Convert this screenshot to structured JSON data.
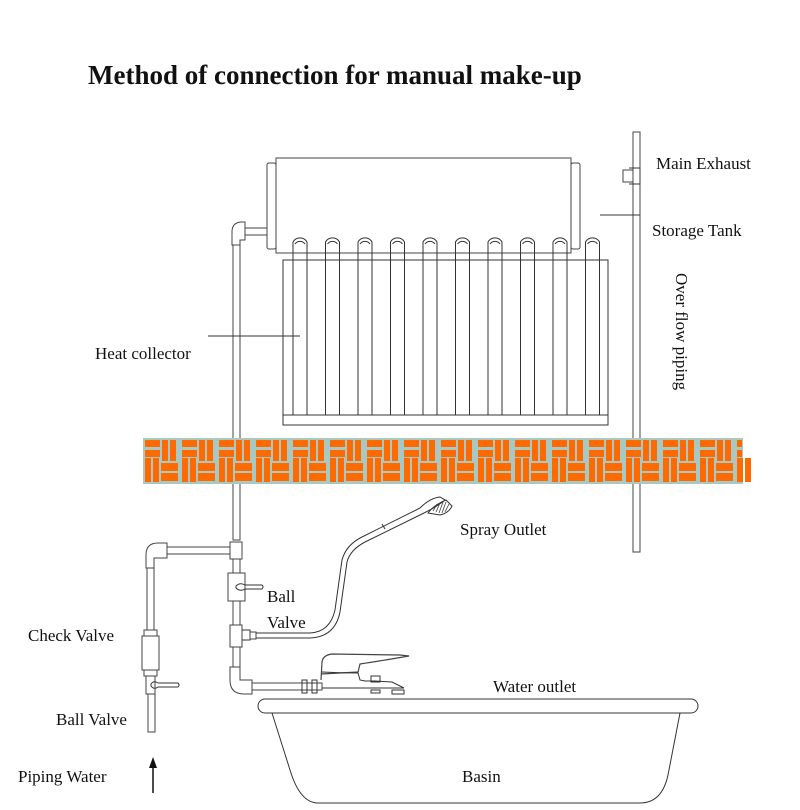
{
  "title": "Method of connection for manual make-up",
  "labels": {
    "main_exhaust": "Main Exhaust",
    "storage_tank": "Storage Tank",
    "heat_collector": "Heat collector",
    "over_flow_piping": "Over flow piping",
    "spray_outlet": "Spray Outlet",
    "ball_valve_upper_line1": "Ball",
    "ball_valve_upper_line2": "Valve",
    "check_valve": "Check Valve",
    "ball_valve_lower": "Ball Valve",
    "piping_water": "Piping Water",
    "water_outlet": "Water outlet",
    "basin": "Basin"
  },
  "components": {
    "collector_tube_count": 10
  },
  "colors": {
    "brick": "#ff6a00",
    "mortar": "#a8c8c4",
    "line": "#333333"
  }
}
